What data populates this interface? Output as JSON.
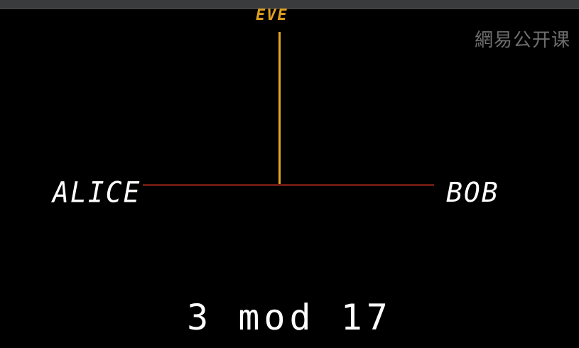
{
  "colors": {
    "background": "#000000",
    "eve": "#e3a623",
    "channel": "#6b1a10",
    "text": "#ffffff",
    "watermark": "#6e6e6e"
  },
  "labels": {
    "eve": "EVE",
    "alice": "ALICE",
    "bob": "BOB"
  },
  "watermark": "網易公开课",
  "expression": "3 mod 17"
}
